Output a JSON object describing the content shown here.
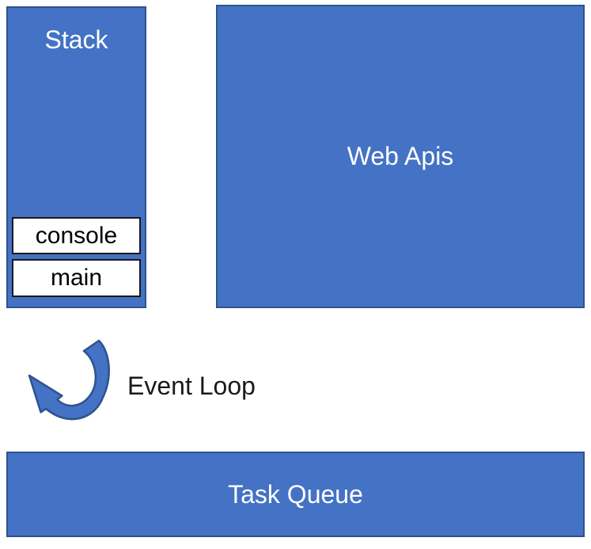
{
  "diagram": {
    "stack": {
      "label": "Stack",
      "frames": [
        "console",
        "main"
      ]
    },
    "web_apis": {
      "label": "Web Apis"
    },
    "event_loop": {
      "label": "Event Loop",
      "arrow_icon": "curved-counterclockwise-arrow"
    },
    "task_queue": {
      "label": "Task Queue"
    },
    "colors": {
      "box_fill": "#4472C4",
      "box_border": "#2F528F",
      "frame_fill": "#FFFFFF",
      "frame_border": "#1A1A1A",
      "frame_text": "#000000",
      "label_text": "#FFFFFF",
      "arrow_fill": "#4472C4",
      "arrow_outline": "#2F528F",
      "page_bg": "#FFFFFF"
    }
  }
}
